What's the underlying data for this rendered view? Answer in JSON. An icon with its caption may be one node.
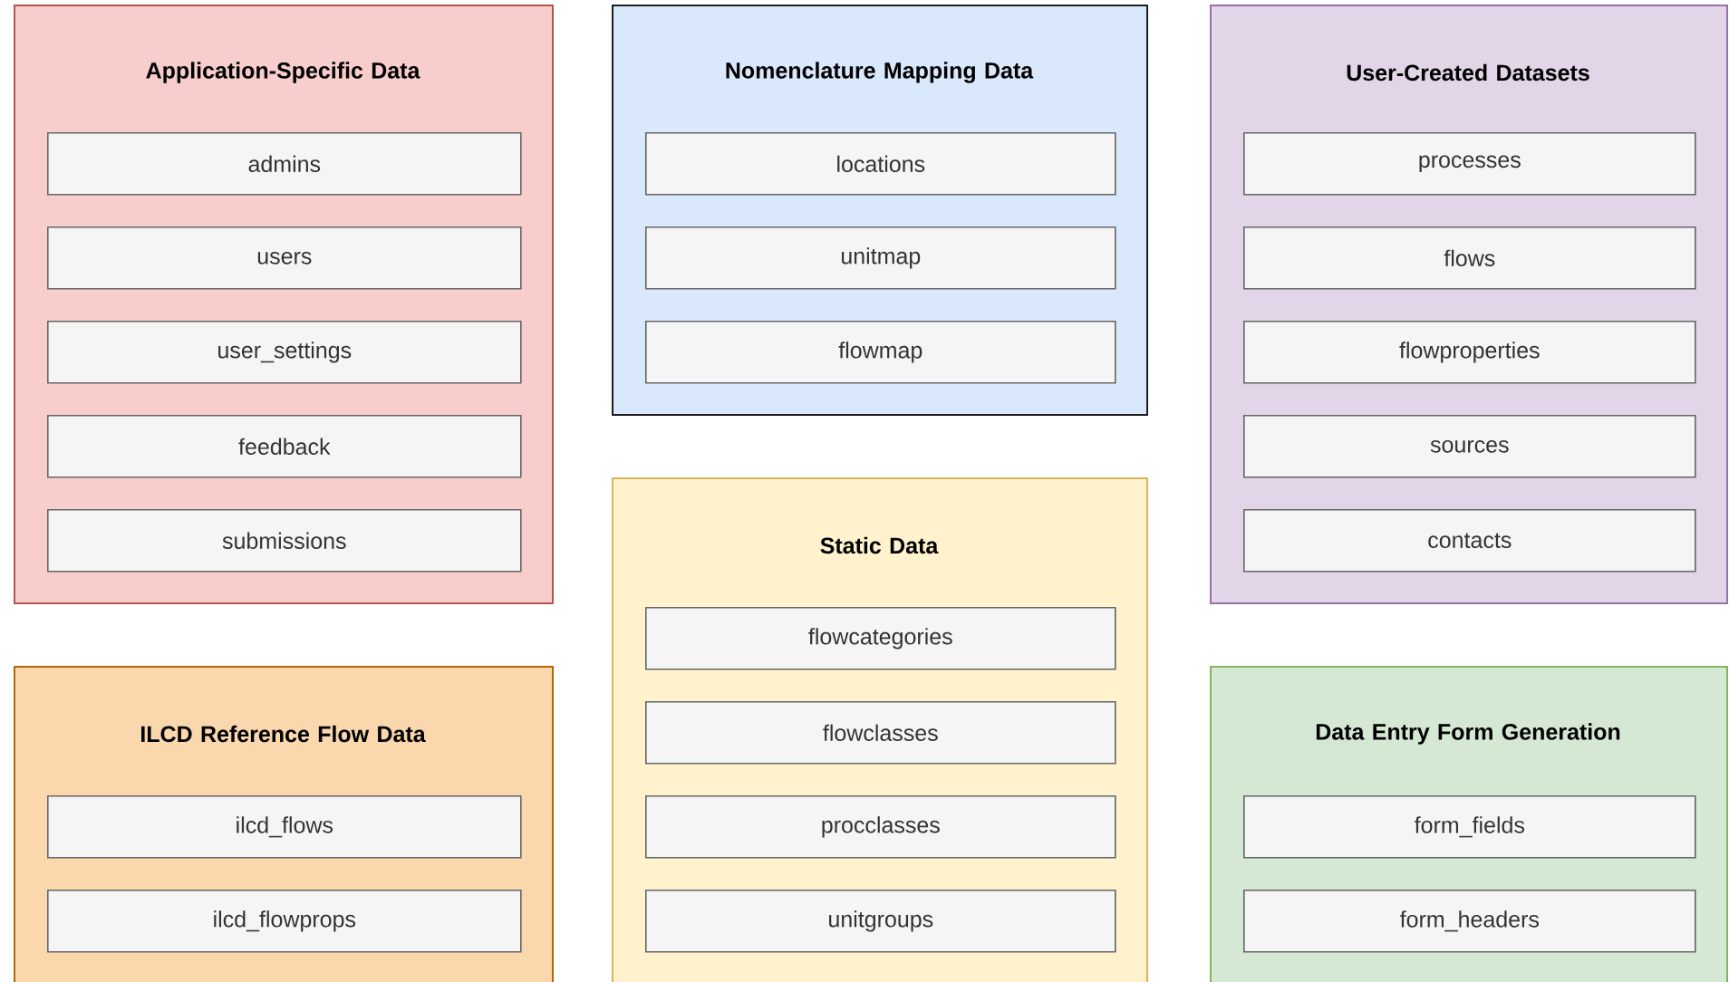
{
  "diagram": {
    "nodes": [
      {
        "text": [
          "Application-Specific Data"
        ]
      },
      {
        "text": [
          "admins"
        ],
        "in": 0
      },
      {
        "text": [
          "users"
        ],
        "in": 0
      },
      {
        "text": [
          "user_settings"
        ],
        "in": 0
      },
      {
        "text": [
          "feedback"
        ],
        "in": 0
      },
      {
        "text": [
          "submissions"
        ],
        "in": 0
      },
      {
        "text": [
          "Nomenclature Mapping Data"
        ]
      },
      {
        "text": [
          "locations"
        ],
        "in": 6
      },
      {
        "text": [
          "unitmap"
        ],
        "in": 6
      },
      {
        "text": [
          "flowmap"
        ],
        "in": 6
      },
      {
        "text": [
          "User-Created Datasets"
        ]
      },
      {
        "text": [
          "processes"
        ],
        "in": 10
      },
      {
        "text": [
          "flows"
        ],
        "in": 10
      },
      {
        "text": [
          "flowproperties"
        ],
        "in": 10
      },
      {
        "text": [
          "sources"
        ],
        "in": 10
      },
      {
        "text": [
          "contacts"
        ],
        "in": 10
      },
      {
        "text": [
          "Static Data"
        ]
      },
      {
        "text": [
          "flowcategories"
        ],
        "in": 16
      },
      {
        "text": [
          "flowclasses"
        ],
        "in": 16
      },
      {
        "text": [
          "procclasses"
        ],
        "in": 16
      },
      {
        "text": [
          "unitgroups"
        ],
        "in": 16
      },
      {
        "text": [
          "ILCD Reference Flow Data"
        ]
      },
      {
        "text": [
          "ilcd_flows"
        ],
        "in": 21
      },
      {
        "text": [
          "ilcd_flowprops"
        ],
        "in": 21
      },
      {
        "text": [
          "Data Entry Form Generation"
        ]
      },
      {
        "text": [
          "form_fields"
        ],
        "in": 24
      },
      {
        "text": [
          "form_headers"
        ],
        "in": 24
      }
    ]
  }
}
